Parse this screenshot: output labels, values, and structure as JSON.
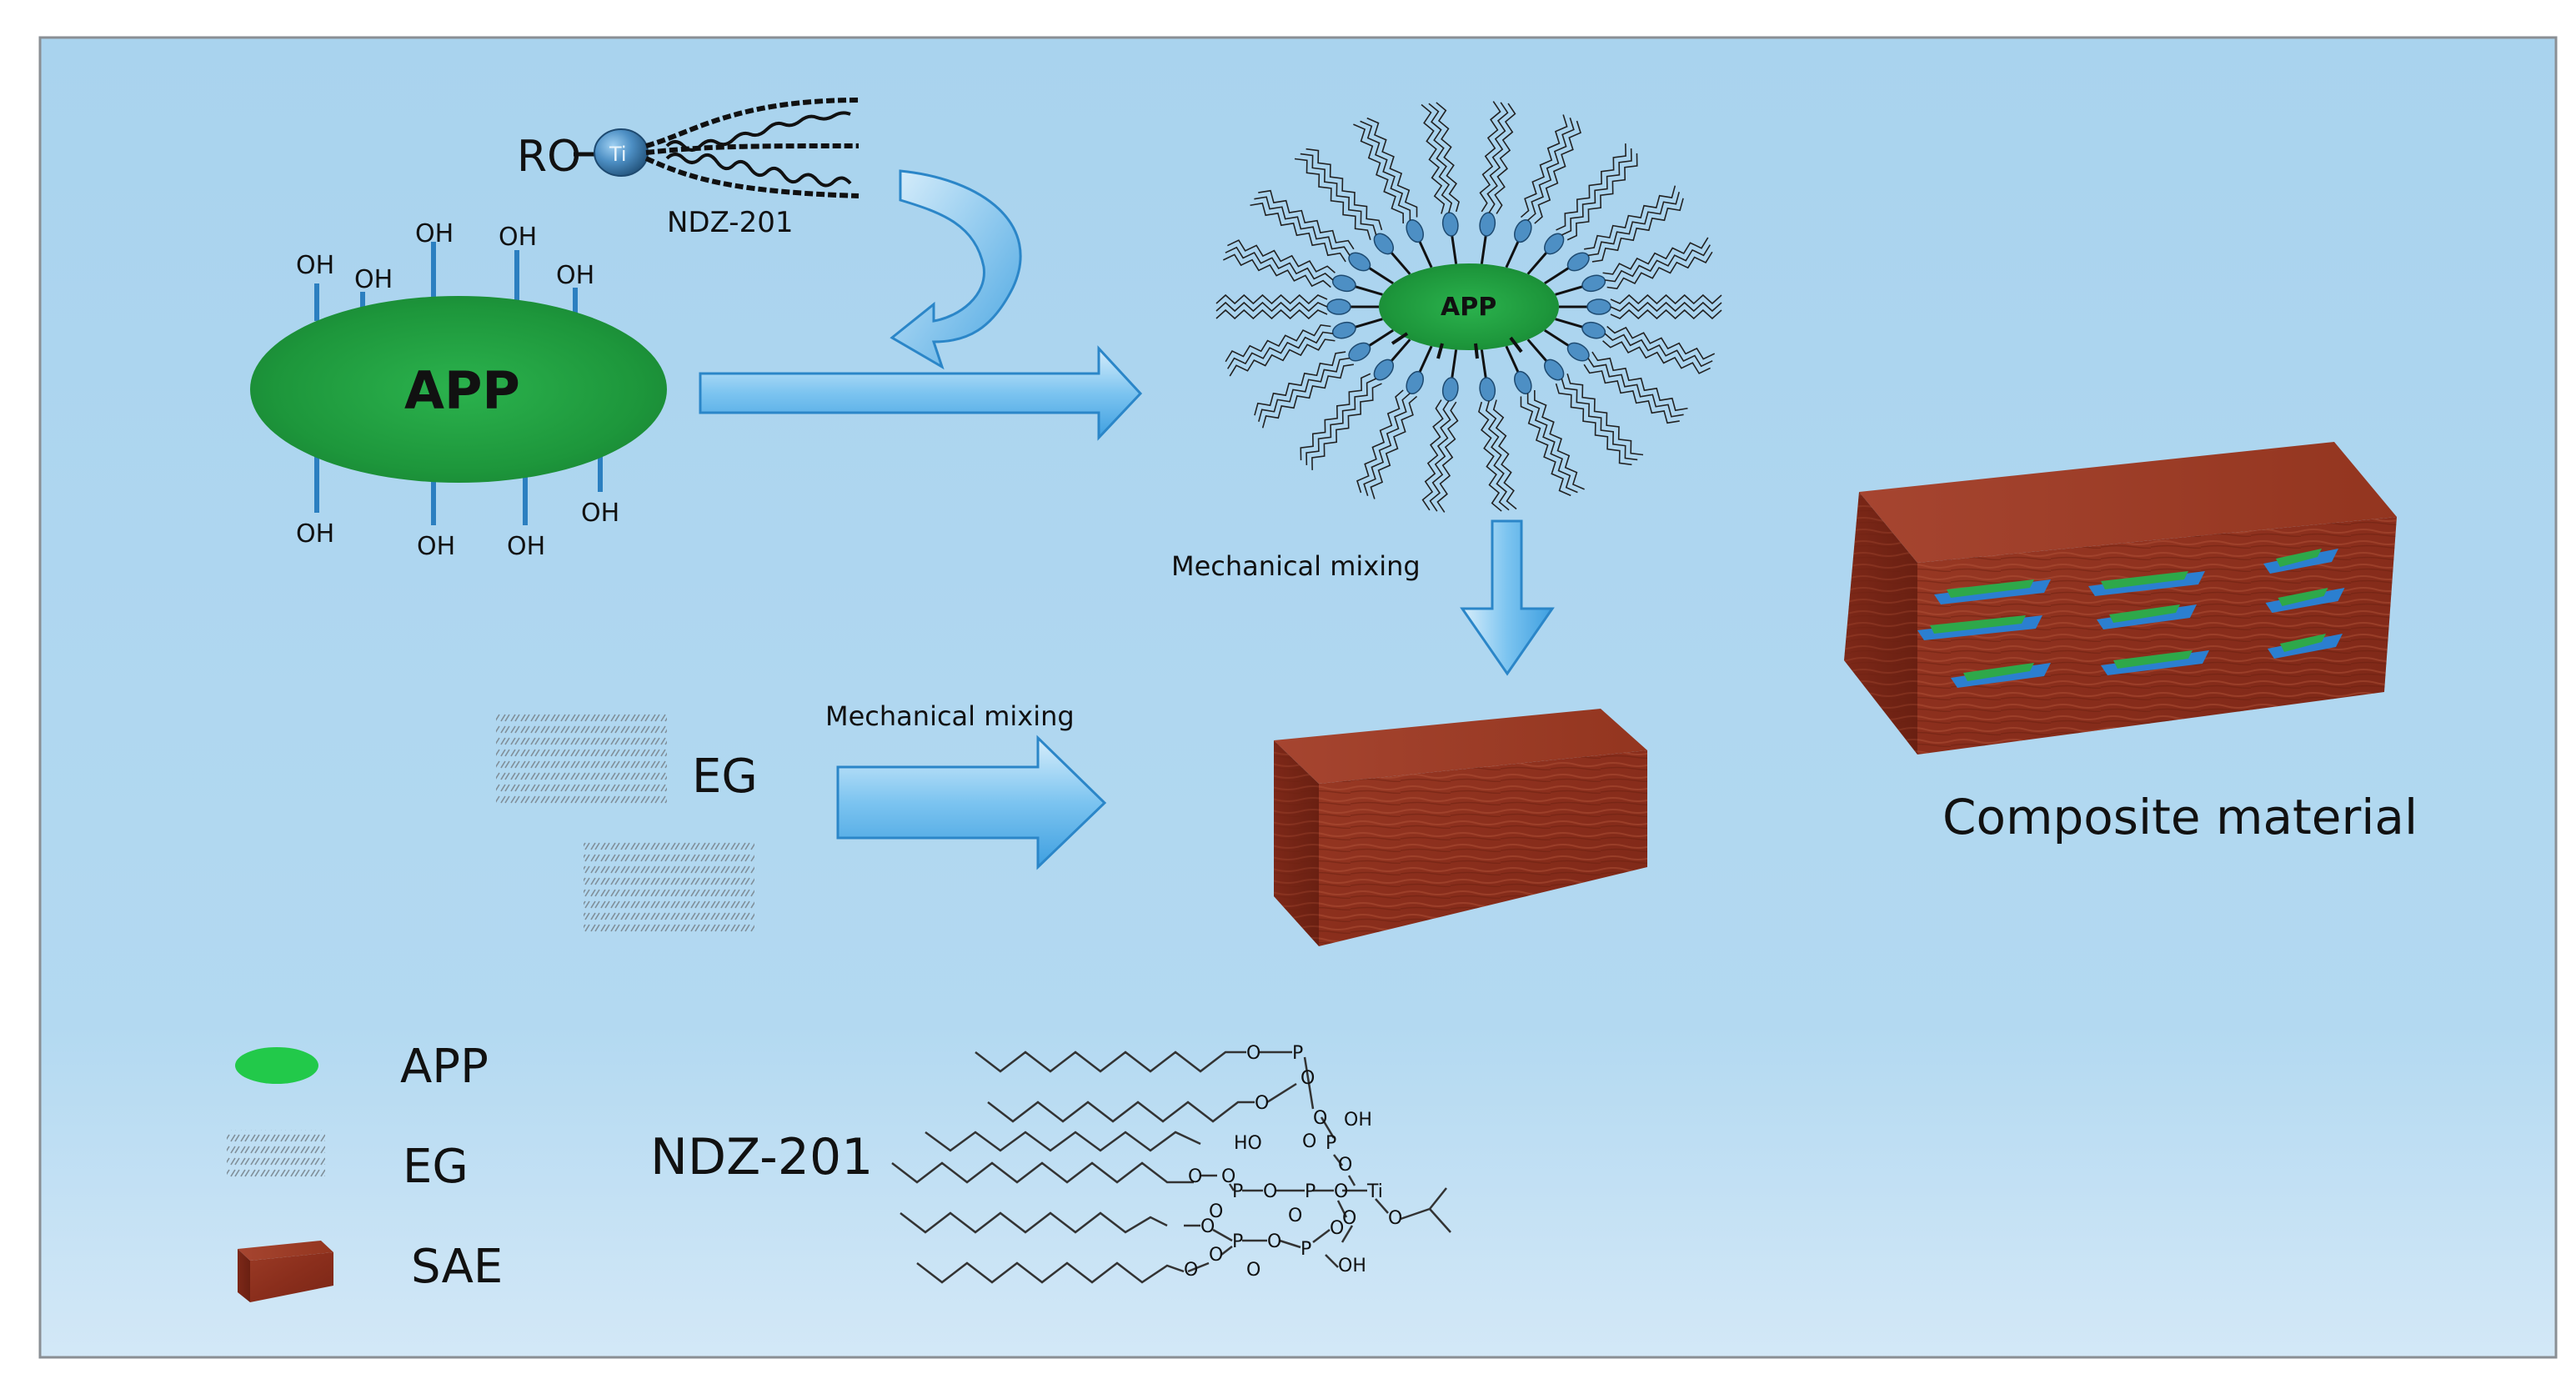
{
  "labels": {
    "ndz_small": "NDZ-201",
    "ro": "RO",
    "ti_small": "Ti",
    "app_main": "APP",
    "oh": "OH",
    "app_modified": "APP",
    "mixing_top": "Mechanical mixing",
    "mixing_left": "Mechanical mixing",
    "eg": "EG",
    "composite": "Composite material"
  },
  "legend": {
    "items": [
      {
        "label": "APP",
        "icon": "green-ellipse-icon"
      },
      {
        "label": "EG",
        "icon": "graphite-layers-icon"
      },
      {
        "label": "SAE",
        "icon": "brick-block-icon"
      }
    ]
  },
  "structure": {
    "title": "NDZ-201",
    "o": "O",
    "p": "P",
    "oh": "OH",
    "ho": "HO",
    "ti": "Ti"
  },
  "colors": {
    "background_top": "#a9d3ee",
    "background_bottom": "#cde5f6",
    "app_green": "#1f9a3e",
    "arrow_blue": "#6cbbee",
    "brick": "#8a2e1e",
    "ti_blue": "#3f7fb0"
  }
}
